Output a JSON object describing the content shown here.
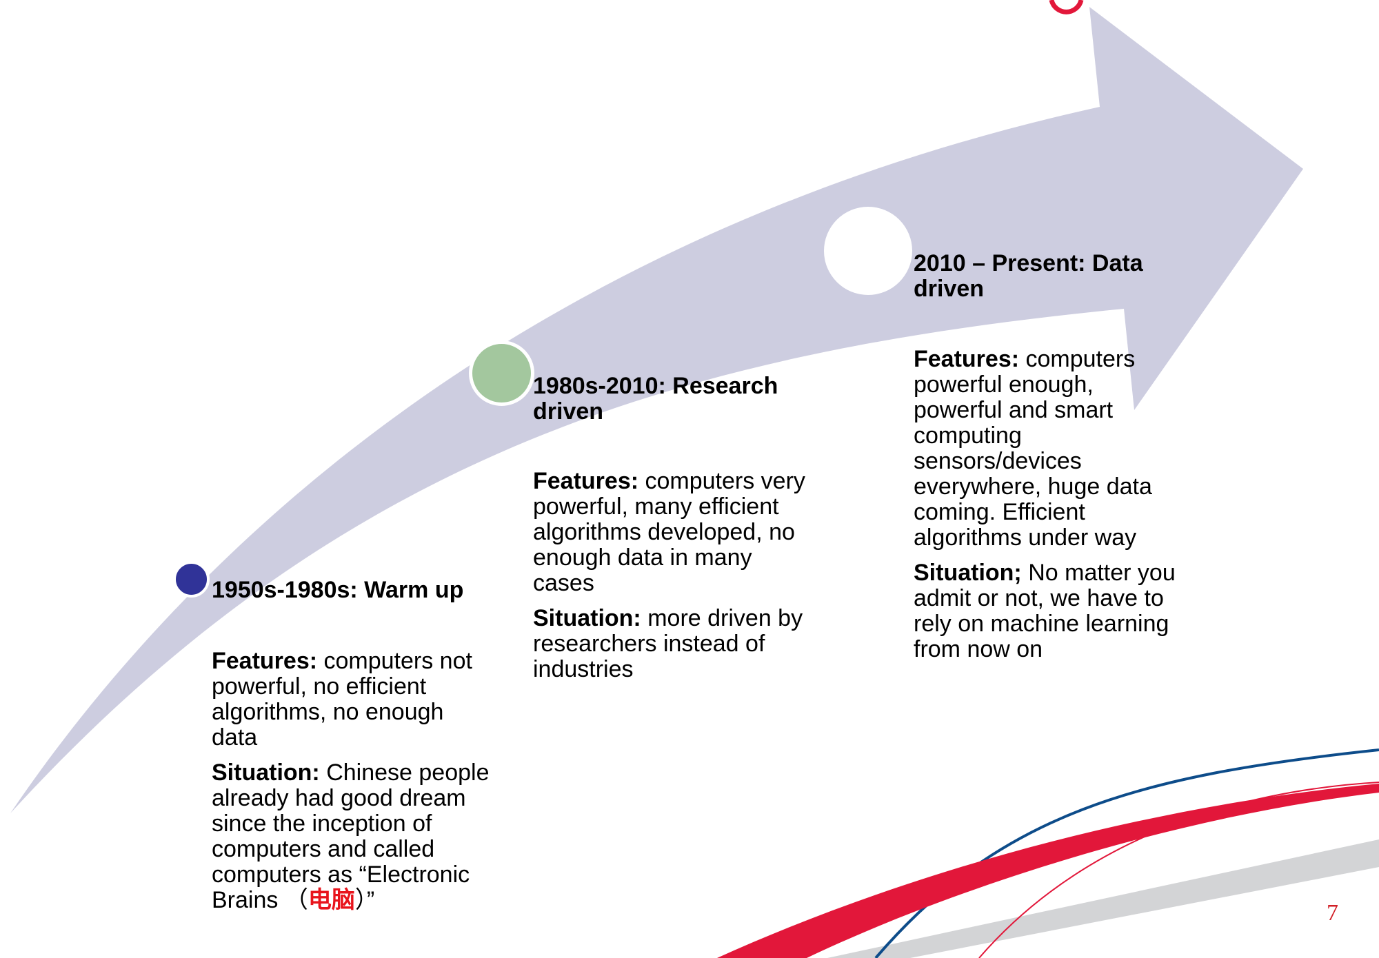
{
  "slide": {
    "page_number": "7"
  },
  "colors": {
    "arrow": "#cdcde0",
    "dot_early": "#303398",
    "dot_research": "#a3c79e",
    "dot_data": "#ffffff",
    "deco_red": "#e2173a",
    "deco_blue": "#0d4c8a",
    "deco_gray": "#d3d4d6"
  },
  "eras": [
    {
      "title": "1950s-1980s: Warm up",
      "features_label": "Features:",
      "features_text": " computers not powerful, no efficient algorithms, no enough data",
      "situation_label": "Situation:",
      "situation_text": " Chinese people already had good dream since the inception of computers and called computers as “Electronic Brains （",
      "situation_highlight": "电脑",
      "situation_end": "）”"
    },
    {
      "title": "1980s-2010: Research driven",
      "features_label": "Features:",
      "features_text": " computers very powerful, many efficient algorithms developed, no enough data in many cases",
      "situation_label": "Situation:",
      "situation_text": " more driven by researchers instead of industries"
    },
    {
      "title": "2010 – Present: Data driven",
      "features_label": "Features:",
      "features_text": " computers powerful enough, powerful and smart computing sensors/devices everywhere, huge data coming. Efficient algorithms under way",
      "situation_label": "Situation;",
      "situation_text": " No matter you admit or not, we have to rely on machine learning from now on"
    }
  ]
}
